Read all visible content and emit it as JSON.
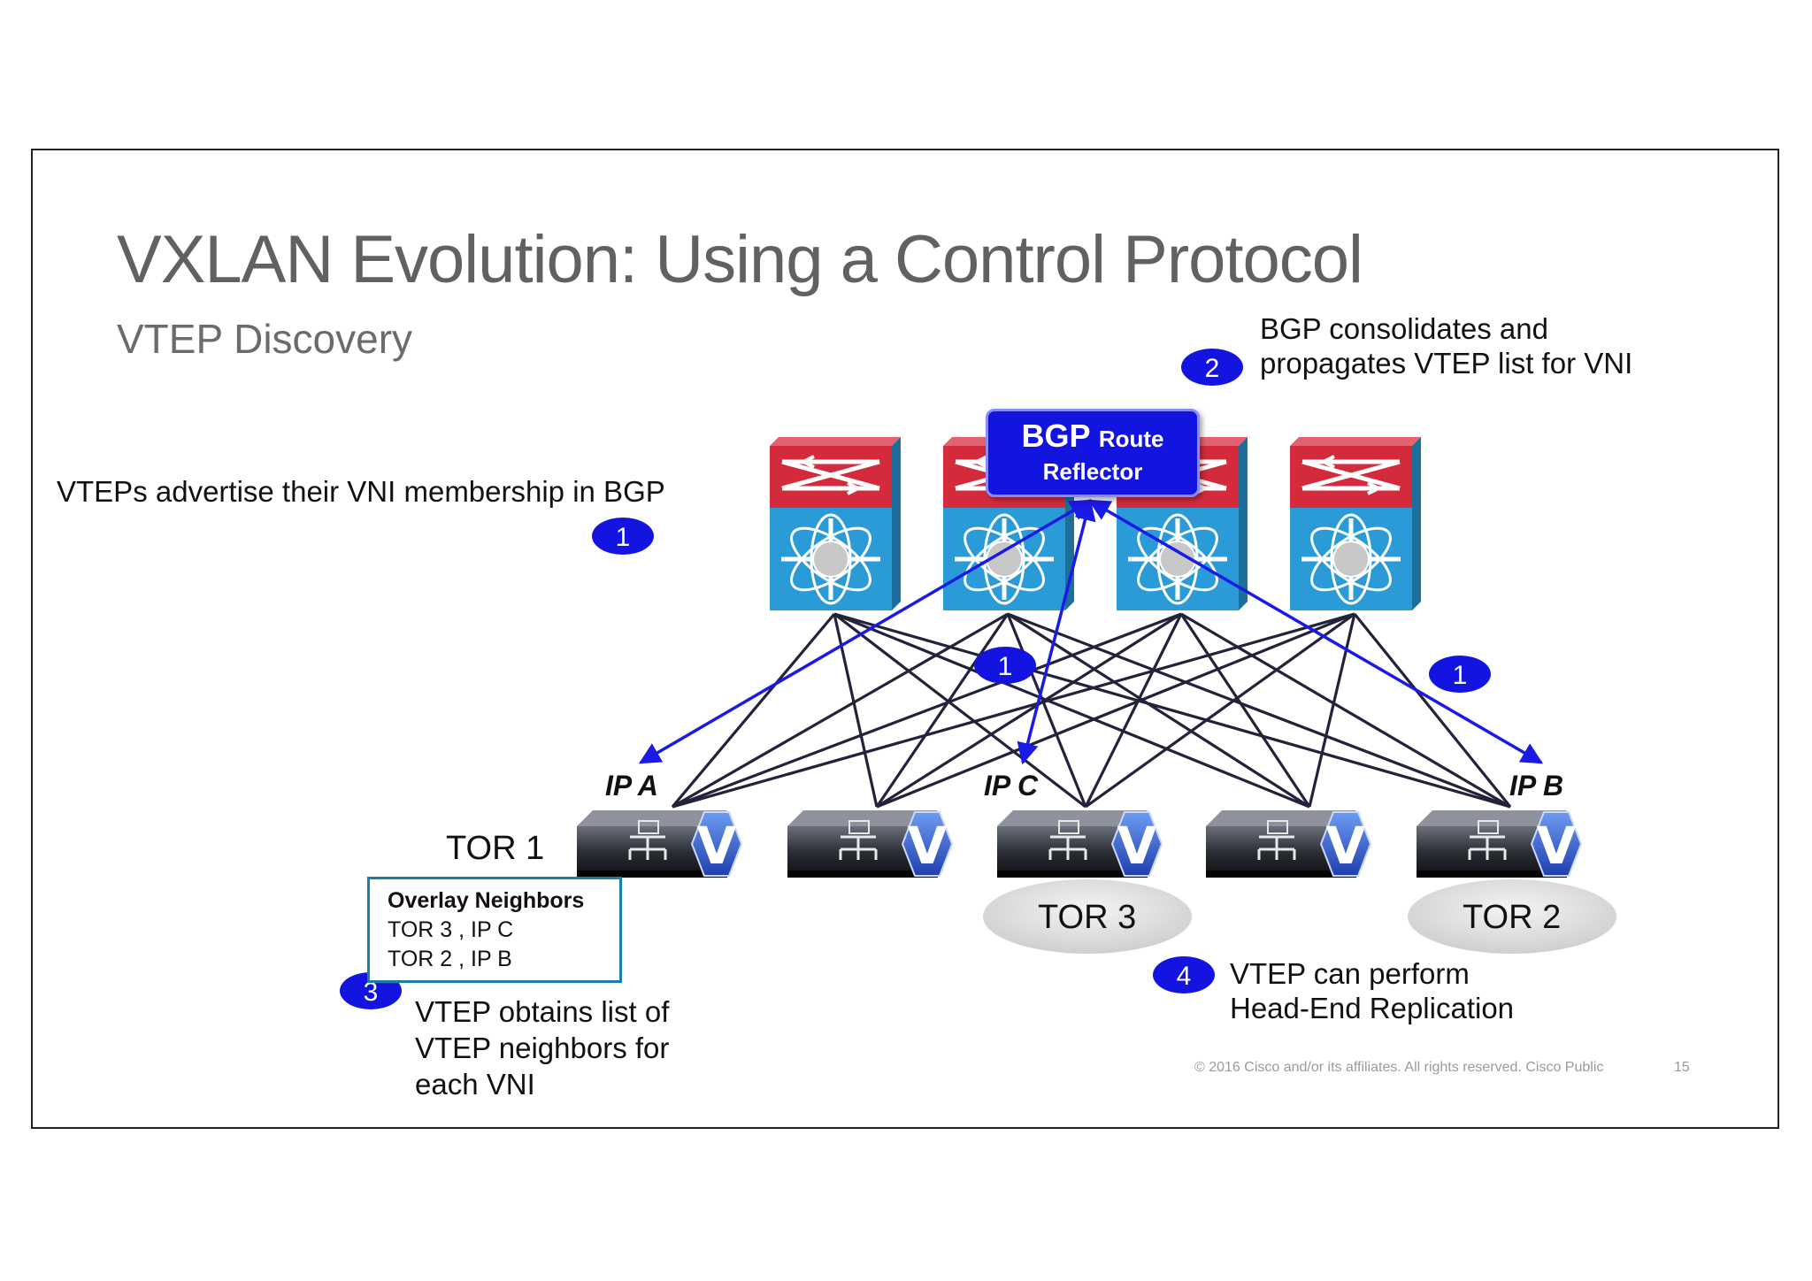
{
  "title": "VXLAN Evolution: Using a Control Protocol",
  "subtitle": "VTEP Discovery",
  "route_reflector": {
    "line1_big": "BGP",
    "line1_small": "Route",
    "line2": "Reflector"
  },
  "notes": {
    "step1": "VTEPs advertise their VNI membership in BGP",
    "step2_line1": "BGP consolidates and",
    "step2_line2": "propagates VTEP list for VNI",
    "step3_line1": "VTEP obtains list of",
    "step3_line2": "VTEP neighbors for",
    "step3_line3": "each VNI",
    "step4_line1": "VTEP can perform",
    "step4_line2": "Head-End Replication"
  },
  "badges": {
    "one": "1",
    "two": "2",
    "three": "3",
    "four": "4"
  },
  "ip_labels": {
    "a": "IP A",
    "c": "IP C",
    "b": "IP B"
  },
  "tor_labels": {
    "tor1": "TOR 1",
    "tor3": "TOR 3",
    "tor2": "TOR 2"
  },
  "vtep_glyph": "V",
  "overlay_box": {
    "heading": "Overlay Neighbors",
    "rows": [
      "TOR 3 , IP C",
      "TOR 2 , IP B"
    ]
  },
  "footer": "© 2016  Cisco and/or its affiliates. All rights reserved.   Cisco Public",
  "page_number": "15",
  "colors": {
    "spine_top": "#d42b3c",
    "spine_bottom": "#2a9bd6",
    "badge": "#1414e0",
    "arrow": "#1a1ae6",
    "link": "#22223a",
    "overlay_border": "#1a7fa8",
    "vtep_badge": "#2f5fd0"
  },
  "icons": {
    "spine": "nexus-spine-switch-icon",
    "leaf": "vtep-leaf-switch-icon"
  }
}
